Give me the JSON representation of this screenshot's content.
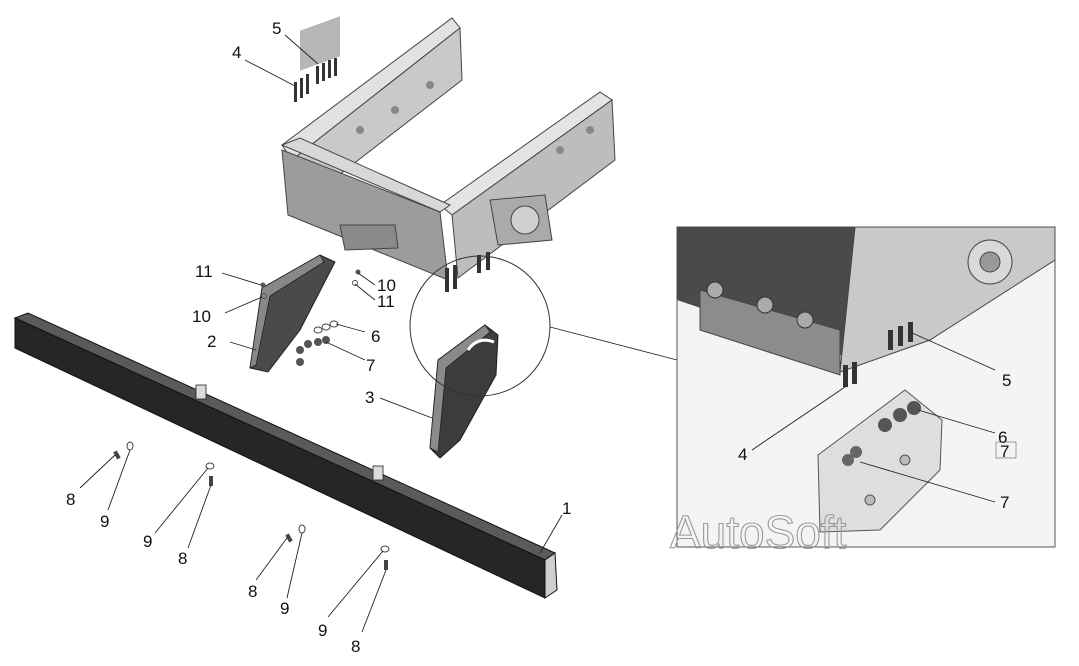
{
  "callouts": {
    "main": [
      {
        "id": "c5",
        "text": "5"
      },
      {
        "id": "c4",
        "text": "4"
      },
      {
        "id": "c11a",
        "text": "11"
      },
      {
        "id": "c10a",
        "text": "10"
      },
      {
        "id": "c2",
        "text": "2"
      },
      {
        "id": "c10b",
        "text": "10"
      },
      {
        "id": "c11b",
        "text": "11"
      },
      {
        "id": "c6",
        "text": "6"
      },
      {
        "id": "c7",
        "text": "7"
      },
      {
        "id": "c3",
        "text": "3"
      },
      {
        "id": "c1",
        "text": "1"
      },
      {
        "id": "c8a",
        "text": "8"
      },
      {
        "id": "c9a",
        "text": "9"
      },
      {
        "id": "c9b",
        "text": "9"
      },
      {
        "id": "c8b",
        "text": "8"
      },
      {
        "id": "c8c",
        "text": "8"
      },
      {
        "id": "c9c",
        "text": "9"
      },
      {
        "id": "c9d",
        "text": "9"
      },
      {
        "id": "c8d",
        "text": "8"
      }
    ],
    "detail": [
      {
        "id": "d5",
        "text": "5"
      },
      {
        "id": "d4",
        "text": "4"
      },
      {
        "id": "d6",
        "text": "6"
      },
      {
        "id": "d7a",
        "text": "7"
      },
      {
        "id": "d7b",
        "text": "7"
      }
    ]
  },
  "watermark": "AutoSoft",
  "colors": {
    "frame_light": "#dcdcdc",
    "frame_mid": "#b5b5b5",
    "frame_dark": "#6d6d6d",
    "bumper": "#2a2a2a",
    "bracket": "#3a3a3a",
    "line": "#222222"
  }
}
